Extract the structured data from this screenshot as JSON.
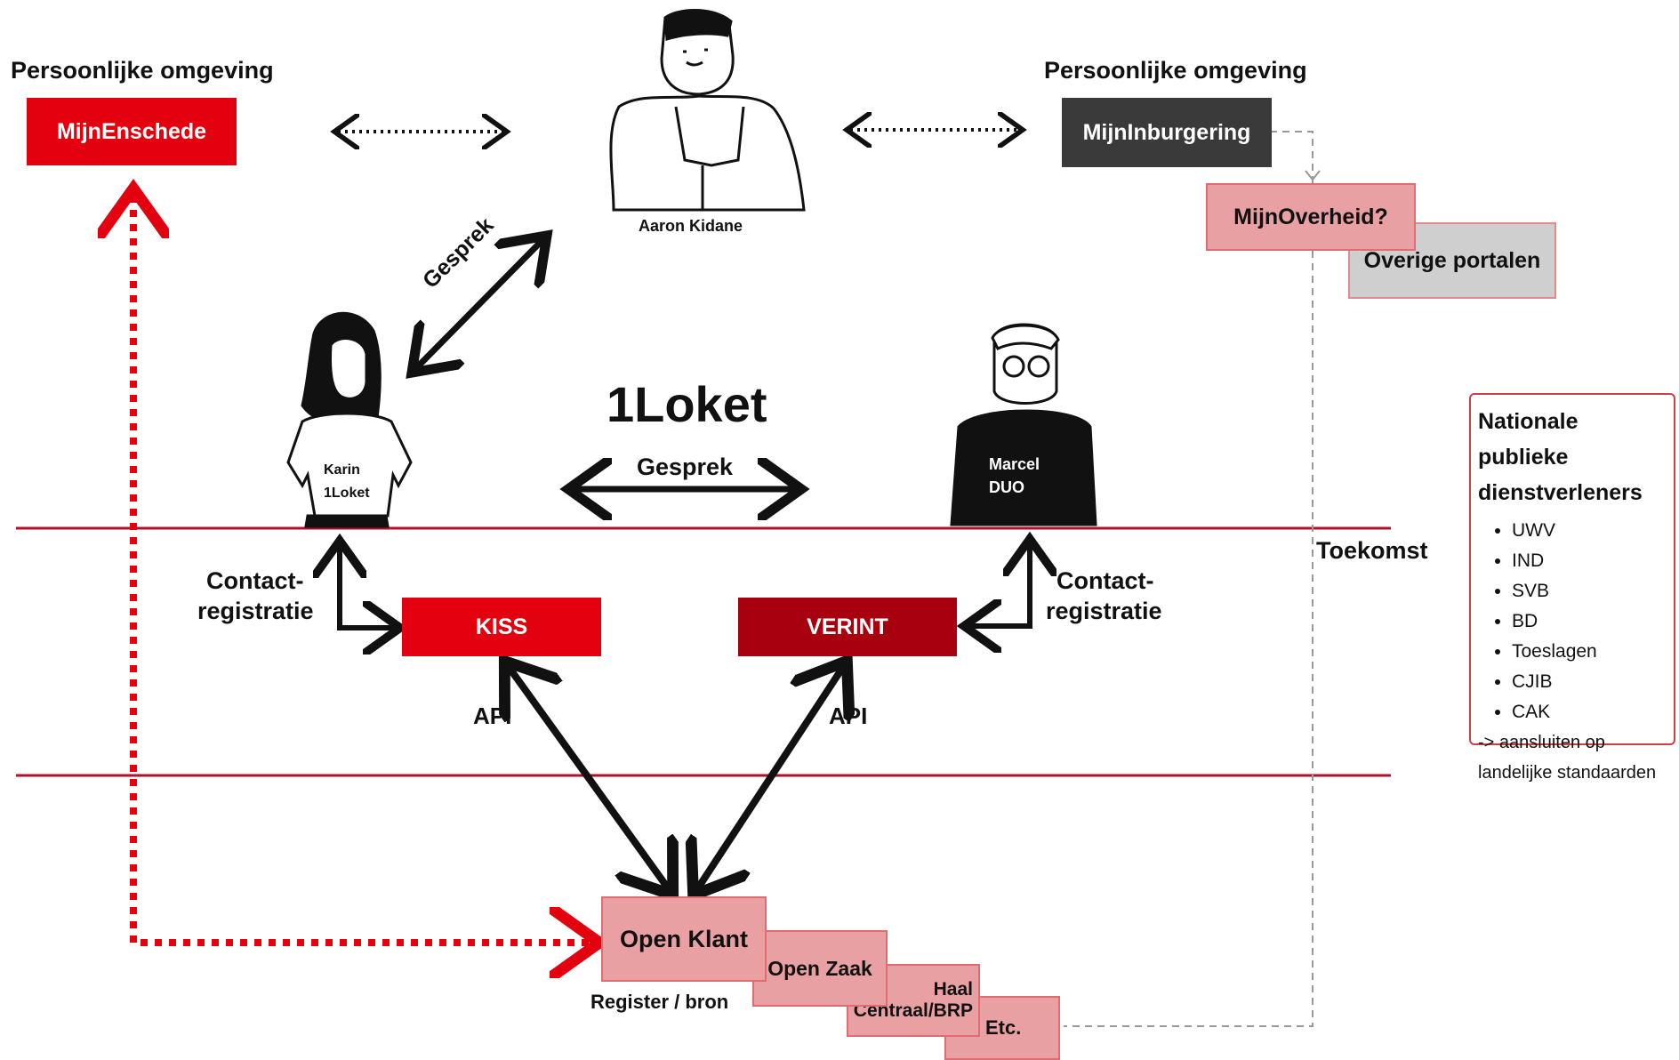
{
  "left_env": {
    "heading": "Persoonlijke omgeving",
    "portal": "MijnEnschede"
  },
  "right_env": {
    "heading": "Persoonlijke omgeving",
    "portal": "MijnInburgering"
  },
  "mijnoverheid": "MijnOverheid?",
  "overige_portalen": "Overige portalen",
  "aaron": "Aaron Kidane",
  "karin": {
    "line1": "Karin",
    "line2": "1Loket"
  },
  "marcel": {
    "line1": "Marcel",
    "line2": "DUO"
  },
  "gesprek_diag": "Gesprek",
  "title": "1Loket",
  "gesprek_mid": "Gesprek",
  "contact_left": {
    "line1": "Contact-",
    "line2": "registratie"
  },
  "contact_right": {
    "line1": "Contact-",
    "line2": "registratie"
  },
  "kiss": "KISS",
  "verint": "VERINT",
  "api_left": "API",
  "api_right": "API",
  "toekomst": "Toekomst",
  "registers": {
    "open_klant": "Open Klant",
    "open_zaak": "Open Zaak",
    "haal": "Haal",
    "centraal": "Centraal/BRP",
    "etc": "Etc.",
    "caption": "Register / bron"
  },
  "nationale": {
    "title_line1": "Nationale publieke",
    "title_line2": "dienstverleners",
    "items": [
      "UWV",
      "IND",
      "SVB",
      "BD",
      "Toeslagen",
      "CJIB",
      "CAK"
    ],
    "note_line1": "-> aansluiten op",
    "note_line2": "landelijke standaarden"
  },
  "colors": {
    "accent_red": "#e3000f",
    "line_red": "#b0102a",
    "maroon": "#a8000f",
    "dark": "#3a3a3a",
    "pink": "#e8a0a3"
  }
}
